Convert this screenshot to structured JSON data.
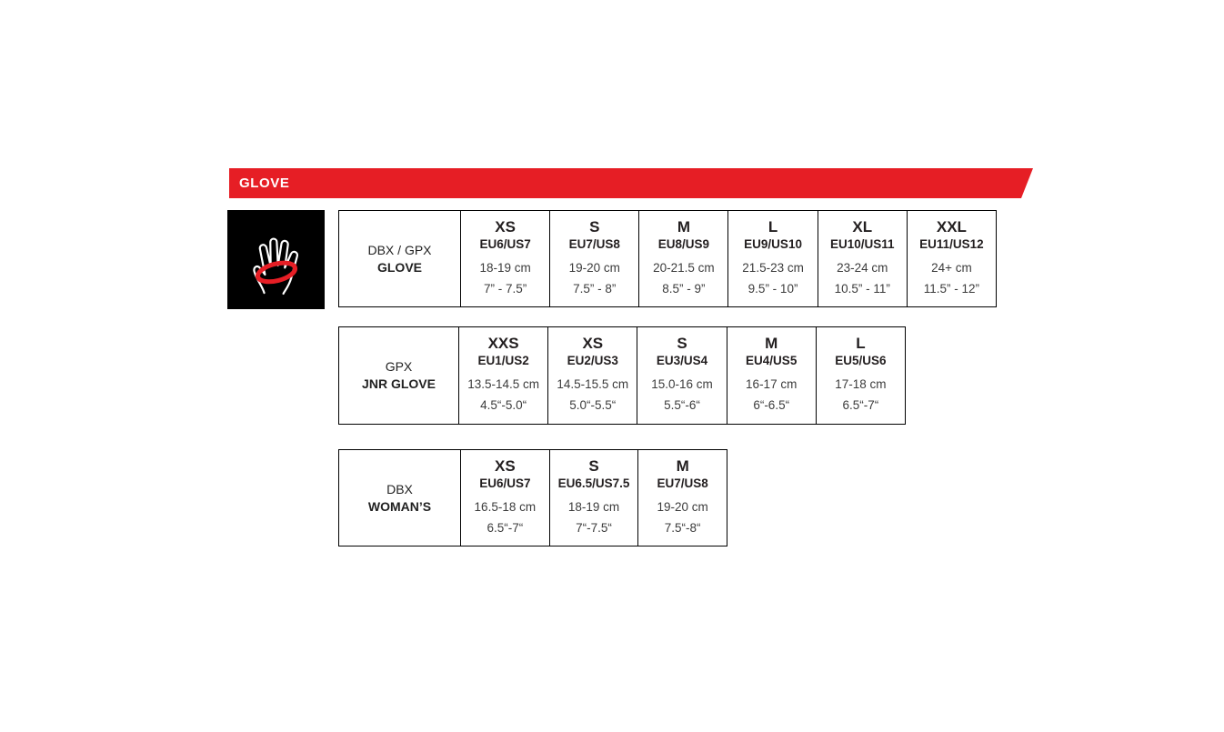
{
  "banner": {
    "label": "GLOVE",
    "color": "#e61e25"
  },
  "tables": [
    {
      "product_line1": "DBX / GPX",
      "product_line2": "GLOVE",
      "columns": [
        {
          "size": "XS",
          "eu_us": "EU6/US7",
          "cm": "18-19 cm",
          "inches": "7” - 7.5”"
        },
        {
          "size": "S",
          "eu_us": "EU7/US8",
          "cm": "19-20 cm",
          "inches": "7.5” - 8”"
        },
        {
          "size": "M",
          "eu_us": "EU8/US9",
          "cm": "20-21.5 cm",
          "inches": "8.5” - 9”"
        },
        {
          "size": "L",
          "eu_us": "EU9/US10",
          "cm": "21.5-23 cm",
          "inches": "9.5” - 10”"
        },
        {
          "size": "XL",
          "eu_us": "EU10/US11",
          "cm": "23-24 cm",
          "inches": "10.5” - 11”"
        },
        {
          "size": "XXL",
          "eu_us": "EU11/US12",
          "cm": "24+ cm",
          "inches": "11.5” - 12”"
        }
      ]
    },
    {
      "product_line1": "GPX",
      "product_line2": "JNR GLOVE",
      "columns": [
        {
          "size": "XXS",
          "eu_us": "EU1/US2",
          "cm": "13.5-14.5 cm",
          "inches": "4.5“-5.0“"
        },
        {
          "size": "XS",
          "eu_us": "EU2/US3",
          "cm": "14.5-15.5 cm",
          "inches": "5.0“-5.5“"
        },
        {
          "size": "S",
          "eu_us": "EU3/US4",
          "cm": "15.0-16 cm",
          "inches": "5.5“-6“"
        },
        {
          "size": "M",
          "eu_us": "EU4/US5",
          "cm": "16-17 cm",
          "inches": "6“-6.5“"
        },
        {
          "size": "L",
          "eu_us": "EU5/US6",
          "cm": "17-18 cm",
          "inches": "6.5“-7“"
        }
      ]
    },
    {
      "product_line1": "DBX",
      "product_line2": "WOMAN’S",
      "columns": [
        {
          "size": "XS",
          "eu_us": "EU6/US7",
          "cm": "16.5-18 cm",
          "inches": "6.5“-7“"
        },
        {
          "size": "S",
          "eu_us": "EU6.5/US7.5",
          "cm": "18-19 cm",
          "inches": "7“-7.5“"
        },
        {
          "size": "M",
          "eu_us": "EU7/US8",
          "cm": "19-20 cm",
          "inches": "7.5“-8“"
        }
      ]
    }
  ]
}
